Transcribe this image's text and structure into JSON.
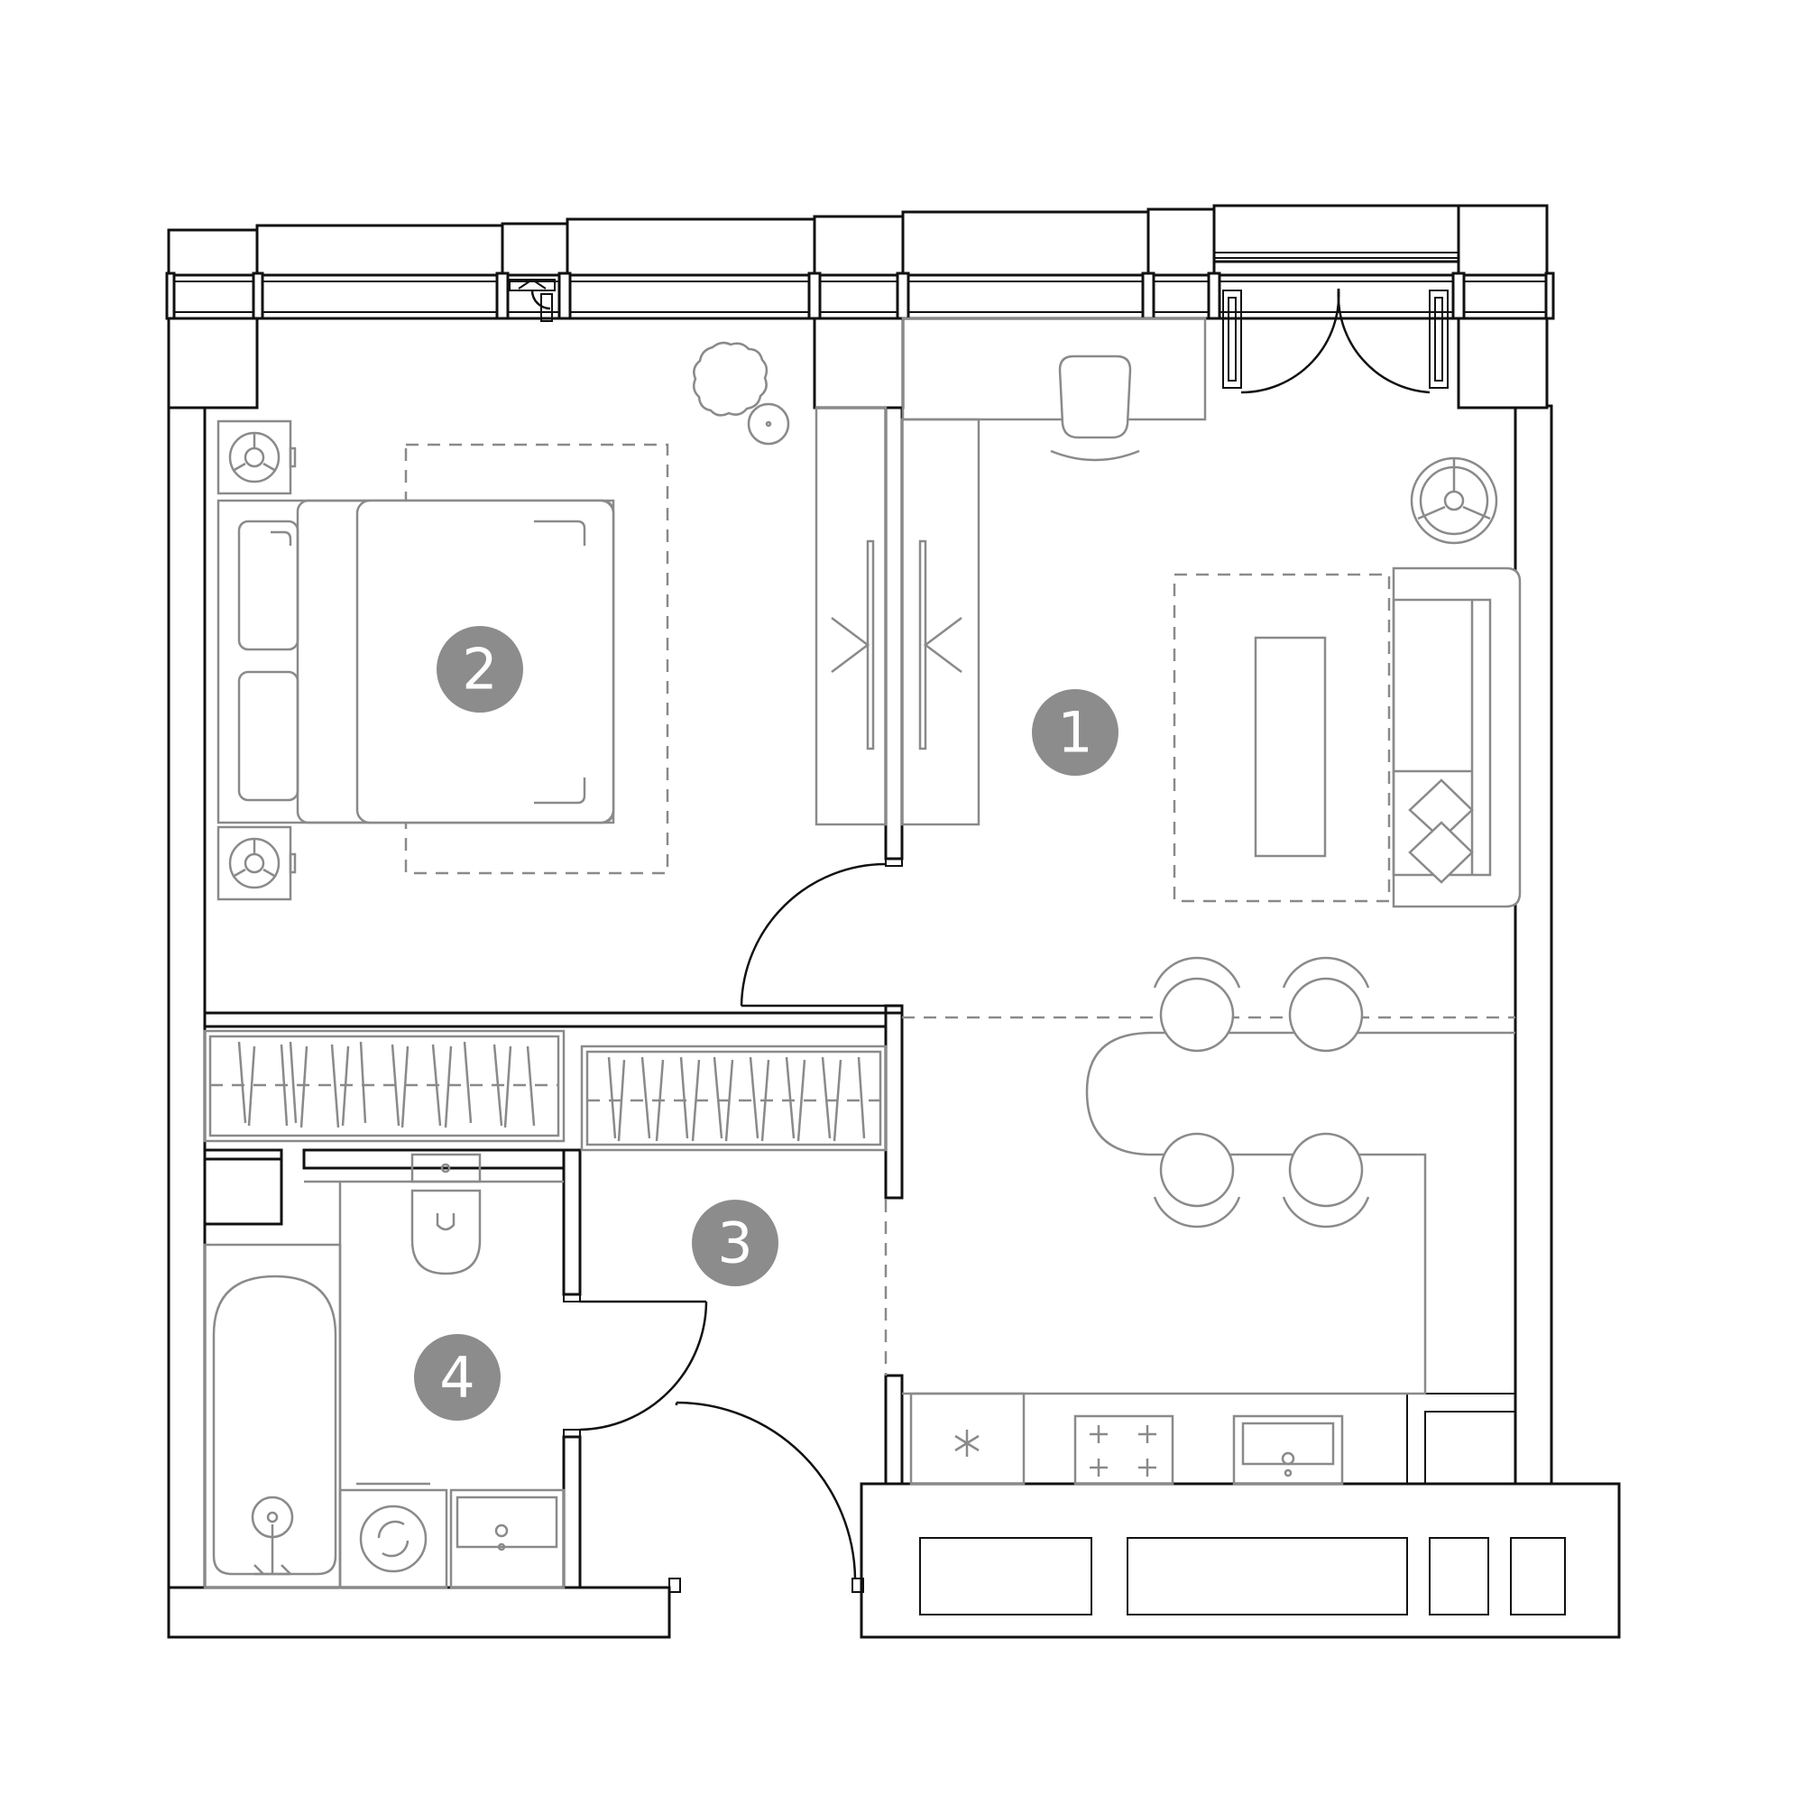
{
  "rooms": [
    {
      "id": "living-kitchen",
      "number": "1"
    },
    {
      "id": "bedroom",
      "number": "2"
    },
    {
      "id": "hallway",
      "number": "3"
    },
    {
      "id": "bathroom",
      "number": "4"
    }
  ],
  "colors": {
    "wall": "#111111",
    "furniture": "#8a8a8a",
    "marker": "#8c8c8c",
    "marker_text": "#ffffff",
    "background": "#ffffff"
  }
}
